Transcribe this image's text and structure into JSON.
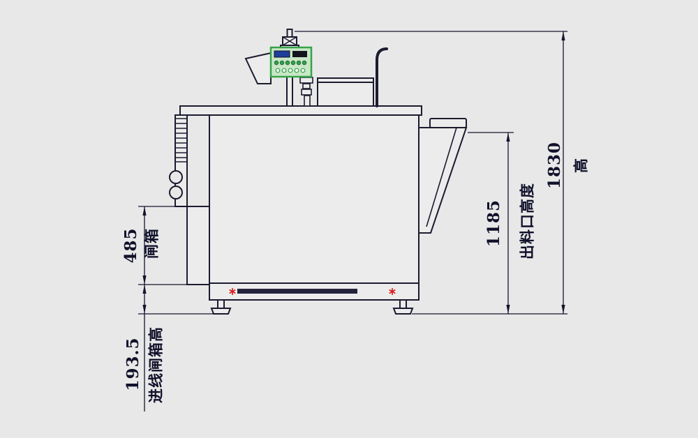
{
  "page": {
    "background": "#e8e8e8"
  },
  "drawing": {
    "line_color": "#1b1b30",
    "dimension_color": "#14142e",
    "colors": {
      "panel_border": "#36a34a",
      "panel_fill": "#c9e7c6",
      "display_blue": "#1e3e9a",
      "display_dark": "#15151f",
      "button_green": "#2fa04a",
      "datum_star": "#d81a1a"
    },
    "dimensions": {
      "overall_height": {
        "value": "1830",
        "label": "高"
      },
      "outlet_height": {
        "value": "1185",
        "label": "出料口高度"
      },
      "gate_box": {
        "value": "485",
        "label": "闸箱"
      },
      "inlet_gate_height": {
        "value": "193.5",
        "label": "进线闸箱高"
      }
    }
  }
}
